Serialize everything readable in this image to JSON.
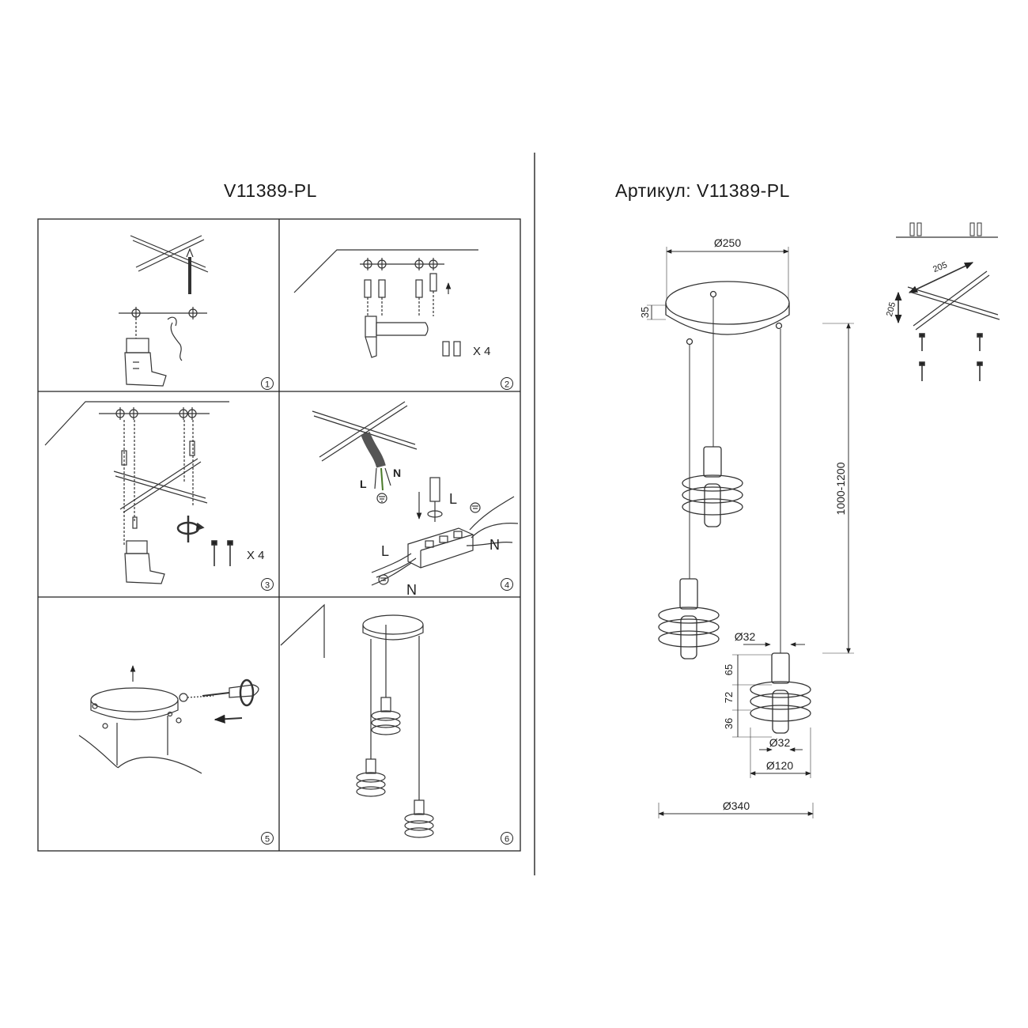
{
  "left_title": "V11389-PL",
  "right_title": "Артикул: V11389-PL",
  "steps": {
    "s1": "1",
    "s2": "2",
    "s3": "3",
    "s4": "4",
    "s5": "5",
    "s6": "6",
    "x4_a": "X 4",
    "x4_b": "X 4",
    "wire_L1": "L",
    "wire_N1": "N",
    "wire_L2": "L",
    "wire_N2": "N",
    "wire_L3": "L",
    "wire_N3": "N"
  },
  "dims": {
    "d250": "Ø250",
    "h35": "35",
    "len": "1000-1200",
    "d32_top": "Ø32",
    "h65": "65",
    "h72": "72",
    "h36": "36",
    "d32_bot": "Ø32",
    "d120": "Ø120",
    "d340": "Ø340",
    "bar205_a": "205",
    "bar205_b": "205"
  }
}
